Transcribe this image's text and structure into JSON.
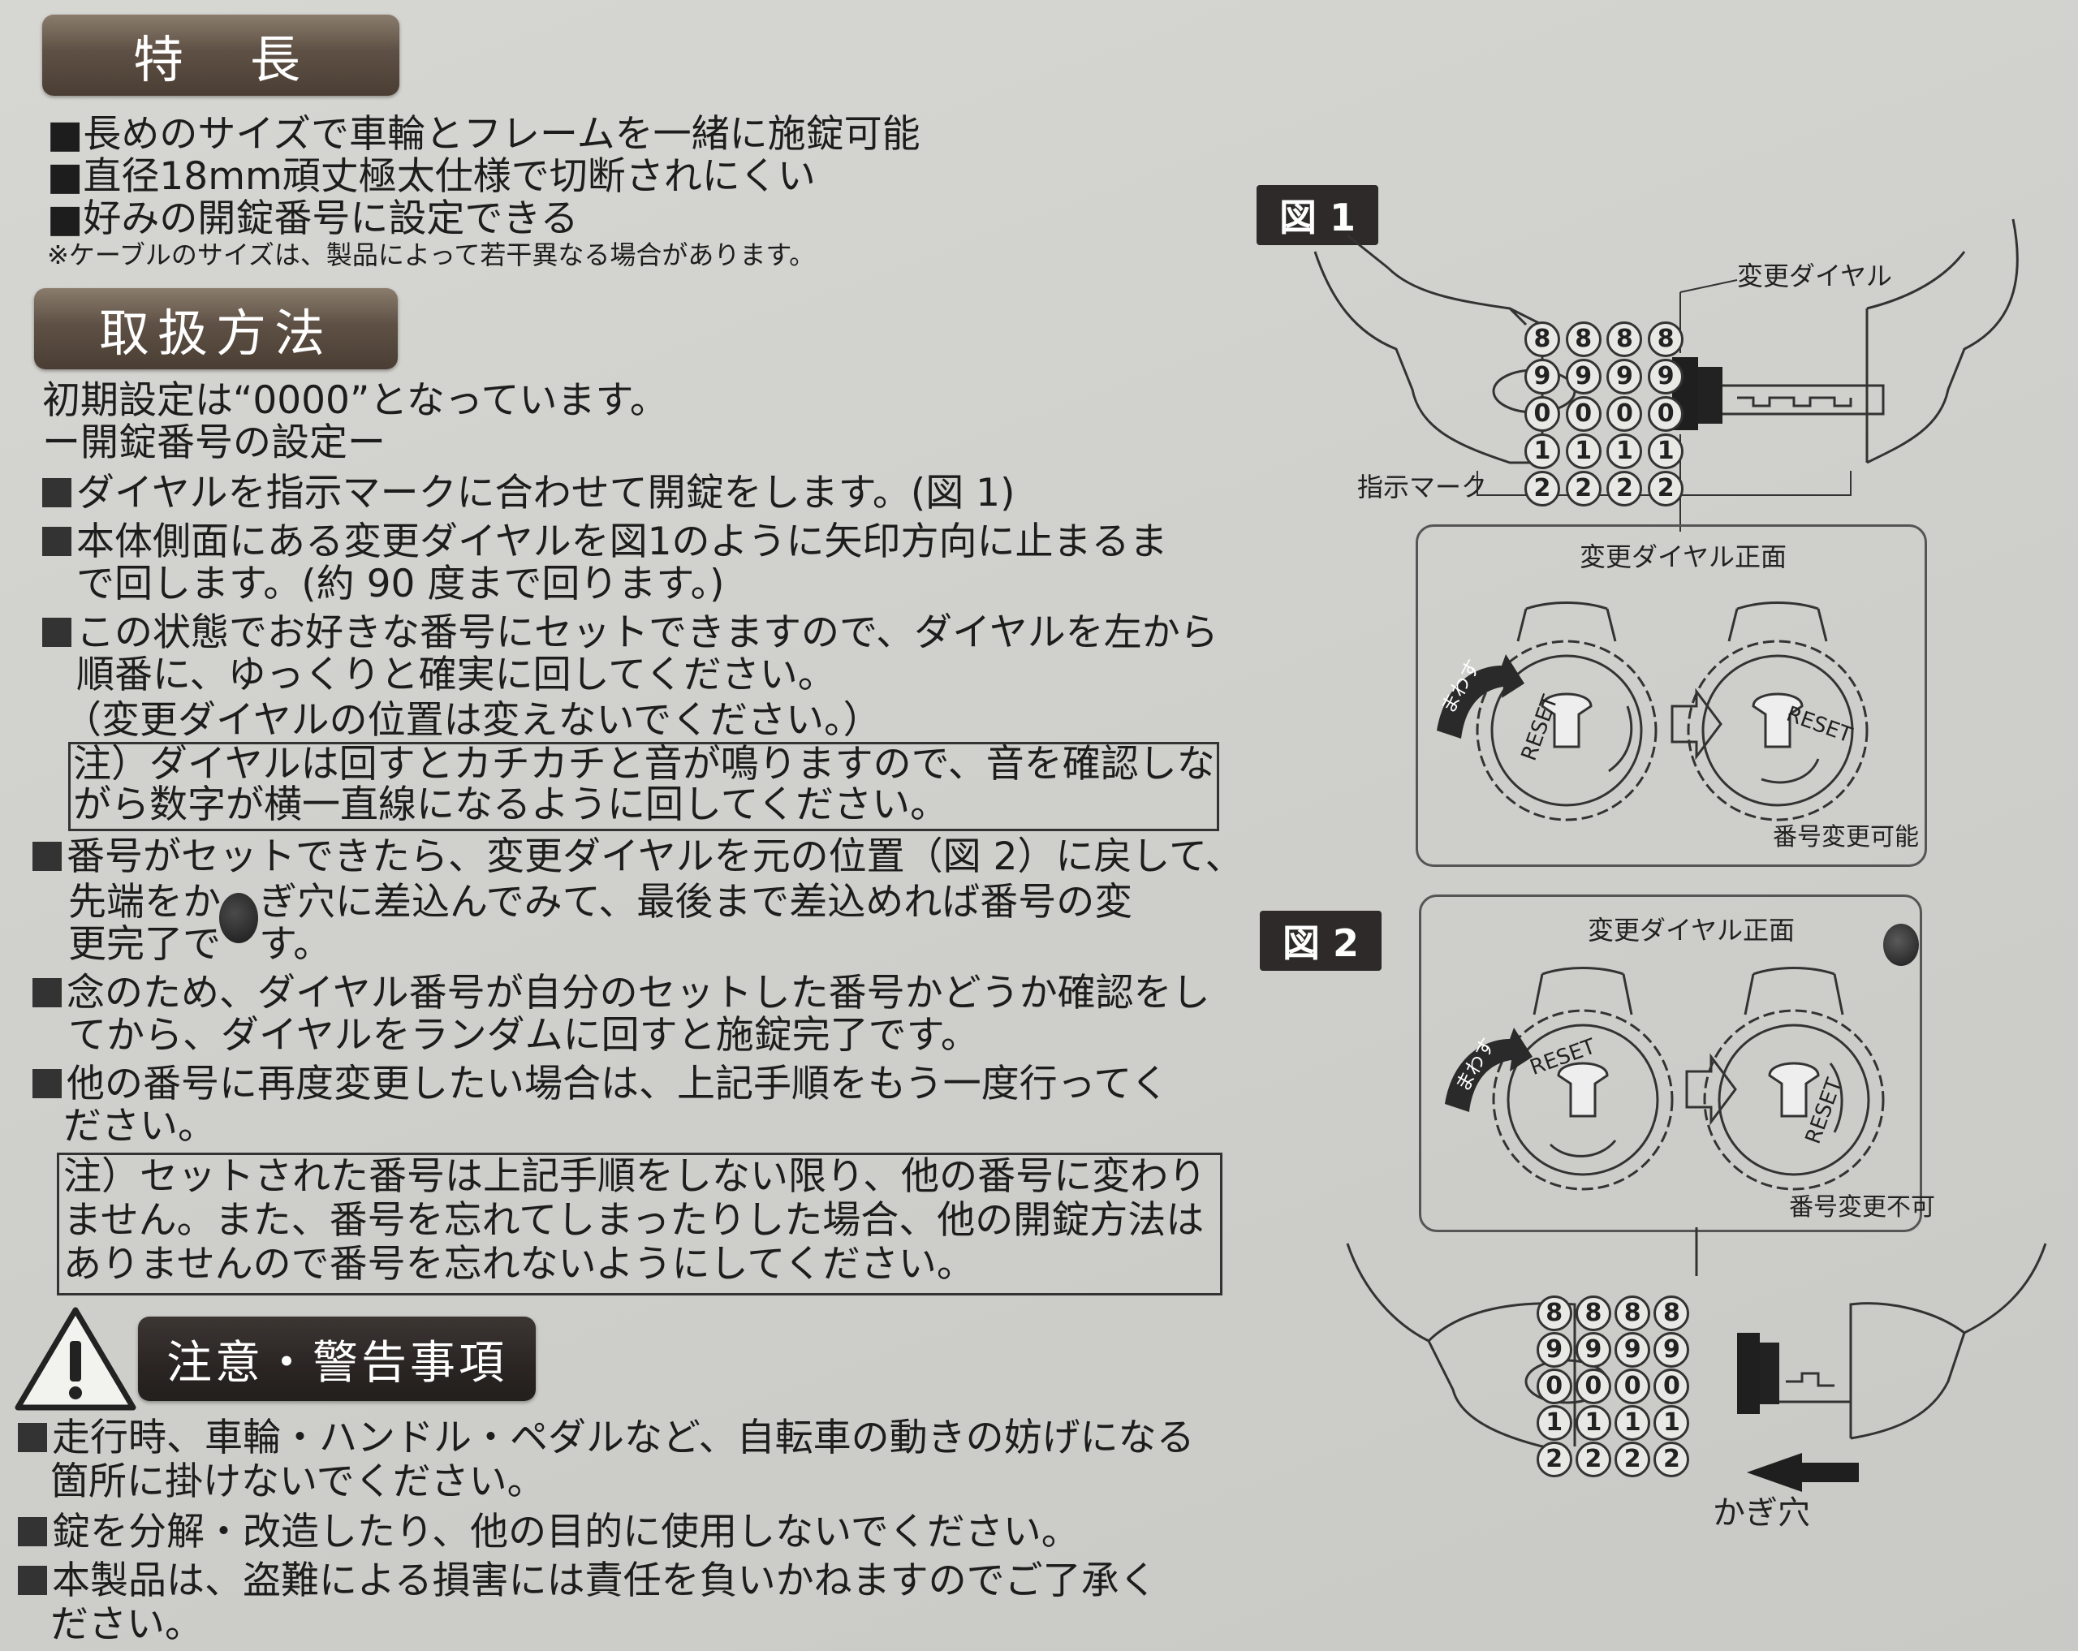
{
  "features": {
    "heading": "特　長",
    "items": [
      "■長めのサイズで車輪とフレームを一緒に施錠可能",
      "■直径18mm頑丈極太仕様で切断されにくい",
      "■好みの開錠番号に設定できる"
    ],
    "note": "※ケーブルのサイズは、製品によって若干異なる場合があります。"
  },
  "usage": {
    "heading": "取扱方法",
    "lines": [
      "初期設定は“0000”となっています。",
      "ー開錠番号の設定ー",
      "ダイヤルを指示マークに合わせて開錠をします。(図 1)",
      "本体側面にある変更ダイヤルを図1のように矢印方向に止まるま",
      "で回します。(約 90 度まで回ります。)",
      "この状態でお好きな番号にセットできますので、ダイヤルを左から",
      "順番に、ゆっくりと確実に回してください。",
      "（変更ダイヤルの位置は変えないでください。）",
      "注）ダイヤルは回すとカチカチと音が鳴りますので、音を確認しな",
      "がら数字が横一直線になるように回してください。",
      "番号がセットできたら、変更ダイヤルを元の位置（図 2）に戻して、",
      "先端をか　ぎ穴に差込んでみて、最後まで差込めれば番号の変",
      "更完了で　す。",
      "念のため、ダイヤル番号が自分のセットした番号かどうか確認をし",
      "てから、ダイヤルをランダムに回すと施錠完了です。",
      "他の番号に再度変更したい場合は、上記手順をもう一度行ってく",
      "ださい。",
      "注）セットされた番号は上記手順をしない限り、他の番号に変わり",
      "ません。また、番号を忘れてしまったりした場合、他の開錠方法は",
      "ありませんので番号を忘れないようにしてください。"
    ]
  },
  "warning": {
    "heading": "注意・警告事項",
    "lines": [
      "走行時、車輪・ハンドル・ペダルなど、自転車の動きの妨げになる",
      "箇所に掛けないでください。",
      "錠を分解・改造したり、他の目的に使用しないでください。",
      "本製品は、盗難による損害には責任を負いかねますのでご了承く",
      "ださい。"
    ]
  },
  "figure1": {
    "label": "図 1",
    "change_dial": "変更ダイヤル",
    "indicator": "指示マーク",
    "panel_title": "変更ダイヤル正面",
    "rotate": "まわす",
    "reset": "RESET",
    "state": "番号変更可能"
  },
  "figure2": {
    "label": "図 2",
    "panel_title": "変更ダイヤル正面",
    "rotate": "まわす",
    "reset": "RESET",
    "state": "番号変更不可",
    "keyhole": "かぎ穴"
  },
  "dial_digits": [
    "8",
    "9",
    "0",
    "1",
    "2"
  ],
  "colors": {
    "header": "#5e5044",
    "dark_header": "#2a2523",
    "label_bg": "#2d2a29"
  }
}
